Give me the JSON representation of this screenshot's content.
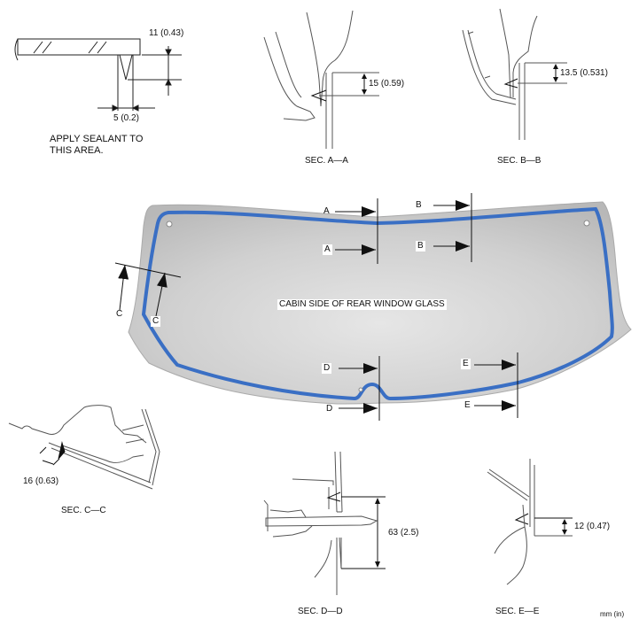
{
  "sealant_detail": {
    "height_dim": "11 (0.43)",
    "width_dim": "5 (0.2)",
    "note_line1": "APPLY SEALANT TO",
    "note_line2": "THIS AREA."
  },
  "sections": [
    {
      "id": "A",
      "caption": "SEC. A—A",
      "dimension": "15 (0.59)"
    },
    {
      "id": "B",
      "caption": "SEC. B—B",
      "dimension": "13.5 (0.531)"
    },
    {
      "id": "C",
      "caption": "SEC. C—C",
      "dimension": "16 (0.63)"
    },
    {
      "id": "D",
      "caption": "SEC. D—D",
      "dimension": "63 (2.5)"
    },
    {
      "id": "E",
      "caption": "SEC. E—E",
      "dimension": "12 (0.47)"
    }
  ],
  "glass": {
    "label": "CABIN SIDE OF REAR WINDOW GLASS",
    "markers": {
      "a_top": "A",
      "a_bottom": "A",
      "b_top": "B",
      "b_bottom": "B",
      "c_left": "C",
      "c_right": "C",
      "d_top": "D",
      "d_bottom": "D",
      "e_top": "E",
      "e_bottom": "E"
    }
  },
  "units": "mm (in)",
  "colors": {
    "glass_fill": "#c4c4c4",
    "glass_light": "#e2e2e2",
    "sealant_bead": "#3a6fc4",
    "line": "#111111"
  }
}
